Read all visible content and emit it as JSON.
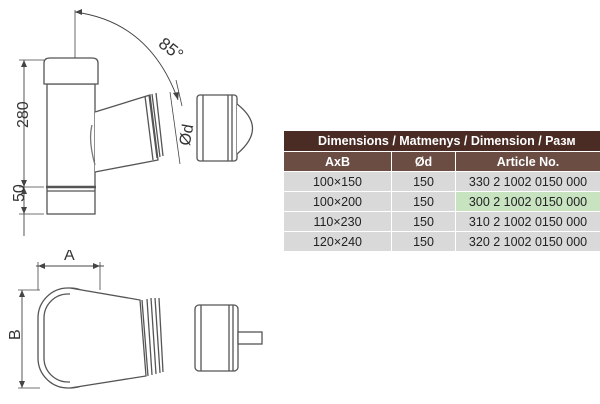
{
  "drawing": {
    "angle_label": "85°",
    "diameter_label": "Ød",
    "height_main_label": "280",
    "height_base_label": "50",
    "width_label": "A",
    "depth_label": "B"
  },
  "table": {
    "title": "Dimensions / Matmenys / Dimension / Разм",
    "headers": [
      "AxB",
      "Ød",
      "Article No."
    ],
    "rows": [
      {
        "axb": "100×150",
        "d": "150",
        "article": "330 2 1002 0150 000",
        "highlight": false
      },
      {
        "axb": "100×200",
        "d": "150",
        "article": "300 2 1002 0150 000",
        "highlight": true
      },
      {
        "axb": "110×230",
        "d": "150",
        "article": "310 2 1002 0150 000",
        "highlight": false
      },
      {
        "axb": "120×240",
        "d": "150",
        "article": "320 2 1002 0150 000",
        "highlight": false
      }
    ]
  },
  "colors": {
    "title_bg": "#4a2c24",
    "header_bg": "#6b4d43",
    "row_bg": "#d9d9d9",
    "highlight_bg": "#c7e3c0",
    "line": "#555555"
  }
}
